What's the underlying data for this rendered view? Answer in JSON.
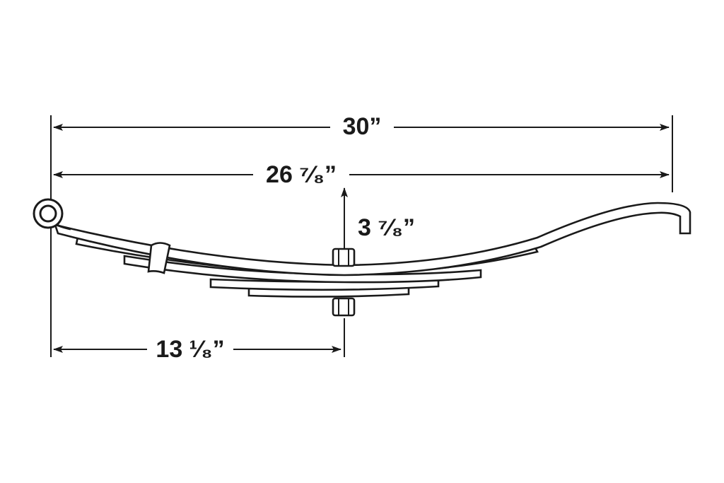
{
  "dimensions": {
    "overall_length": "30”",
    "eye_to_hook": "26 ⁷⁄₈”",
    "arch_height": "3 ⁷⁄₈”",
    "eye_to_center": "13 ¹⁄₈”"
  },
  "colors": {
    "line": "#1a1a1a",
    "background": "#ffffff"
  }
}
